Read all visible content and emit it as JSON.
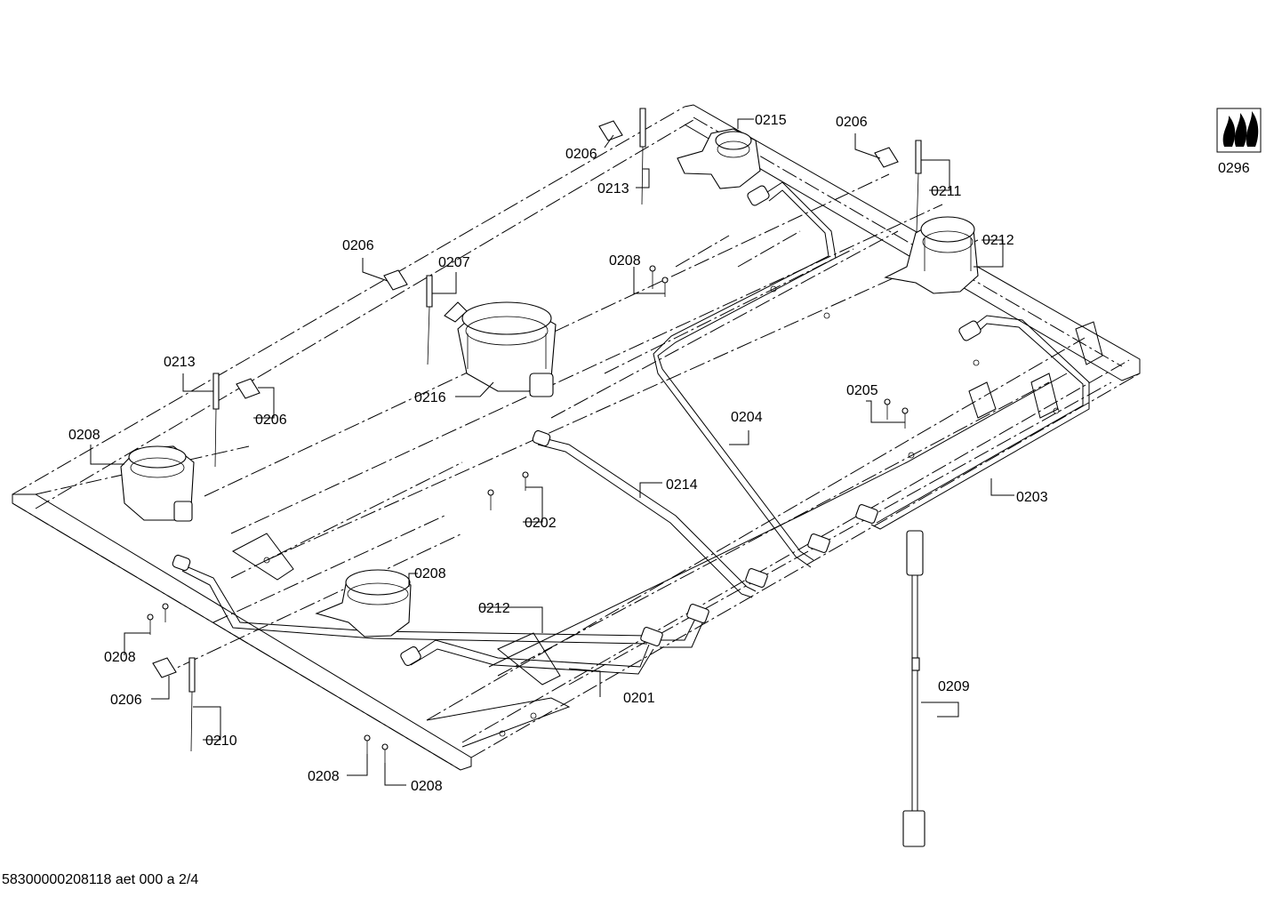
{
  "drawing_id": "58300000208118 aet 000 a 2/4",
  "flame_symbol_label": "0296",
  "callouts": [
    {
      "key": "c0215",
      "label": "0215"
    },
    {
      "key": "c0206a",
      "label": "0206"
    },
    {
      "key": "c0213a",
      "label": "0213"
    },
    {
      "key": "c0206b",
      "label": "0206"
    },
    {
      "key": "c0211",
      "label": "0211"
    },
    {
      "key": "c0212a",
      "label": "0212"
    },
    {
      "key": "c0208a",
      "label": "0208"
    },
    {
      "key": "c0206c",
      "label": "0206"
    },
    {
      "key": "c0207",
      "label": "0207"
    },
    {
      "key": "c0213b",
      "label": "0213"
    },
    {
      "key": "c0206d",
      "label": "0206"
    },
    {
      "key": "c0216",
      "label": "0216"
    },
    {
      "key": "c0204",
      "label": "0204"
    },
    {
      "key": "c0208b",
      "label": "0208"
    },
    {
      "key": "c0214",
      "label": "0214"
    },
    {
      "key": "c0203",
      "label": "0203"
    },
    {
      "key": "c0205",
      "label": "0205"
    },
    {
      "key": "c0208c",
      "label": "0208"
    },
    {
      "key": "c0212b",
      "label": "0212"
    },
    {
      "key": "c0202",
      "label": "0202"
    },
    {
      "key": "c0208d",
      "label": "0208"
    },
    {
      "key": "c0201",
      "label": "0201"
    },
    {
      "key": "c0206e",
      "label": "0206"
    },
    {
      "key": "c0209",
      "label": "0209"
    },
    {
      "key": "c0210",
      "label": "0210"
    },
    {
      "key": "c0208e",
      "label": "0208"
    },
    {
      "key": "c0208f",
      "label": "0208"
    }
  ]
}
